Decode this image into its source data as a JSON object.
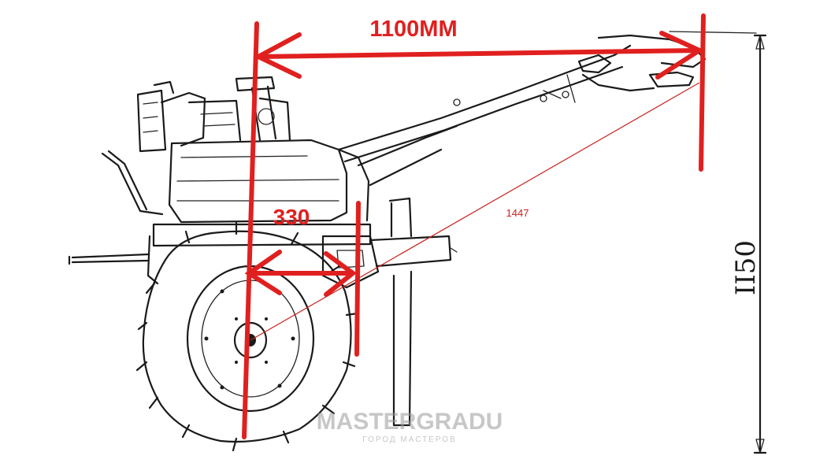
{
  "dimensions": {
    "length_label": "1100MM",
    "offset_label": "330",
    "diagonal_label": "1447",
    "height_label": "II50"
  },
  "watermark": {
    "text": "MASTERGRADU",
    "subtext": "ГОРОД МАСТЕРОВ"
  },
  "colors": {
    "dimension_red": "#e0201f",
    "diagonal_red": "#c8201c",
    "sketch": "#1a1a1a"
  }
}
